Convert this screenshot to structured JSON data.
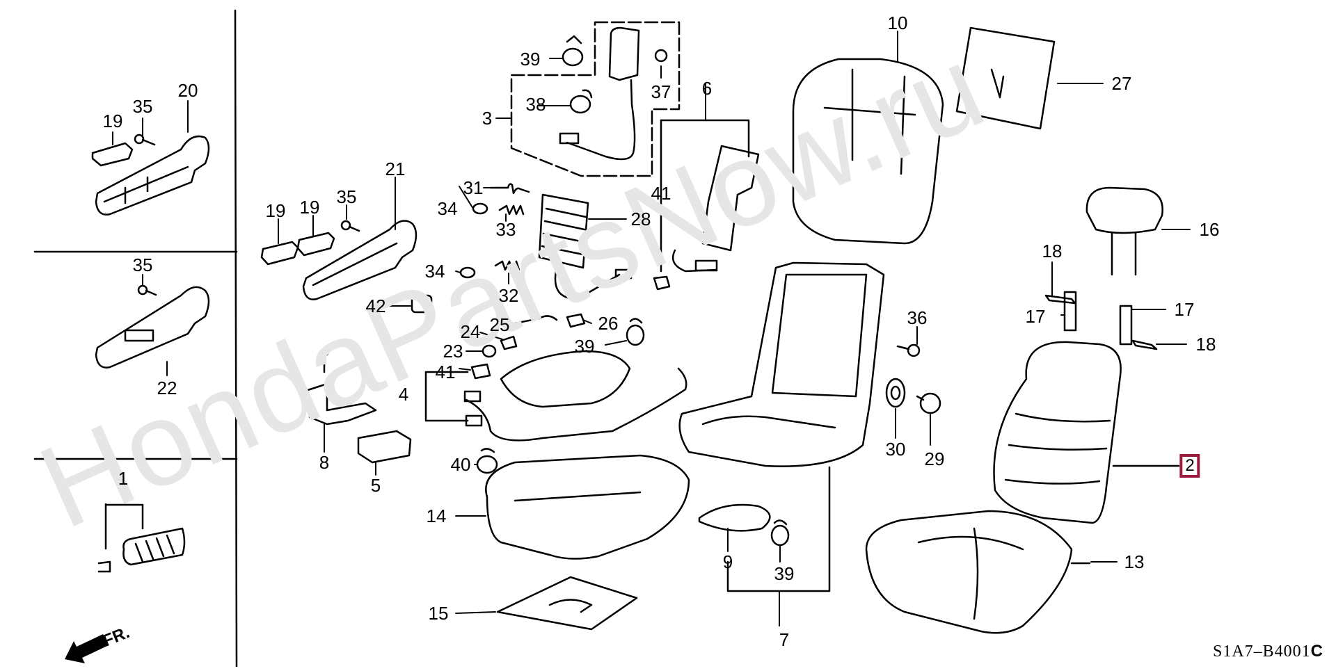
{
  "diagram": {
    "watermark": "HondaPartsNow.ru",
    "diagram_code": "S1A7–B4001",
    "diagram_code_suffix": "C",
    "front_indicator": "FR.",
    "highlighted_part": "2",
    "accent_color": "#9b1b3c",
    "callouts": [
      {
        "id": "c-20",
        "text": "20"
      },
      {
        "id": "c-35a",
        "text": "35"
      },
      {
        "id": "c-19a",
        "text": "19"
      },
      {
        "id": "c-35b",
        "text": "35"
      },
      {
        "id": "c-22",
        "text": "22"
      },
      {
        "id": "c-1",
        "text": "1"
      },
      {
        "id": "c-21",
        "text": "21"
      },
      {
        "id": "c-19b",
        "text": "19"
      },
      {
        "id": "c-19c",
        "text": "19"
      },
      {
        "id": "c-35c",
        "text": "35"
      },
      {
        "id": "c-42",
        "text": "42"
      },
      {
        "id": "c-8",
        "text": "8"
      },
      {
        "id": "c-5",
        "text": "5"
      },
      {
        "id": "c-4",
        "text": "4"
      },
      {
        "id": "c-39a",
        "text": "39"
      },
      {
        "id": "c-38",
        "text": "38"
      },
      {
        "id": "c-37",
        "text": "37"
      },
      {
        "id": "c-3",
        "text": "3"
      },
      {
        "id": "c-6",
        "text": "6"
      },
      {
        "id": "c-41a",
        "text": "41"
      },
      {
        "id": "c-31",
        "text": "31"
      },
      {
        "id": "c-34a",
        "text": "34"
      },
      {
        "id": "c-33",
        "text": "33"
      },
      {
        "id": "c-28",
        "text": "28"
      },
      {
        "id": "c-34b",
        "text": "34"
      },
      {
        "id": "c-32",
        "text": "32"
      },
      {
        "id": "c-25",
        "text": "25"
      },
      {
        "id": "c-26",
        "text": "26"
      },
      {
        "id": "c-24",
        "text": "24"
      },
      {
        "id": "c-23",
        "text": "23"
      },
      {
        "id": "c-39b",
        "text": "39"
      },
      {
        "id": "c-41b",
        "text": "41"
      },
      {
        "id": "c-40",
        "text": "40"
      },
      {
        "id": "c-14",
        "text": "14"
      },
      {
        "id": "c-15",
        "text": "15"
      },
      {
        "id": "c-9",
        "text": "9"
      },
      {
        "id": "c-39c",
        "text": "39"
      },
      {
        "id": "c-7",
        "text": "7"
      },
      {
        "id": "c-10",
        "text": "10"
      },
      {
        "id": "c-27",
        "text": "27"
      },
      {
        "id": "c-36",
        "text": "36"
      },
      {
        "id": "c-30",
        "text": "30"
      },
      {
        "id": "c-29",
        "text": "29"
      },
      {
        "id": "c-16",
        "text": "16"
      },
      {
        "id": "c-18a",
        "text": "18"
      },
      {
        "id": "c-17a",
        "text": "17"
      },
      {
        "id": "c-17b",
        "text": "17"
      },
      {
        "id": "c-18b",
        "text": "18"
      },
      {
        "id": "c-2",
        "text": "2"
      },
      {
        "id": "c-13",
        "text": "13"
      }
    ]
  }
}
